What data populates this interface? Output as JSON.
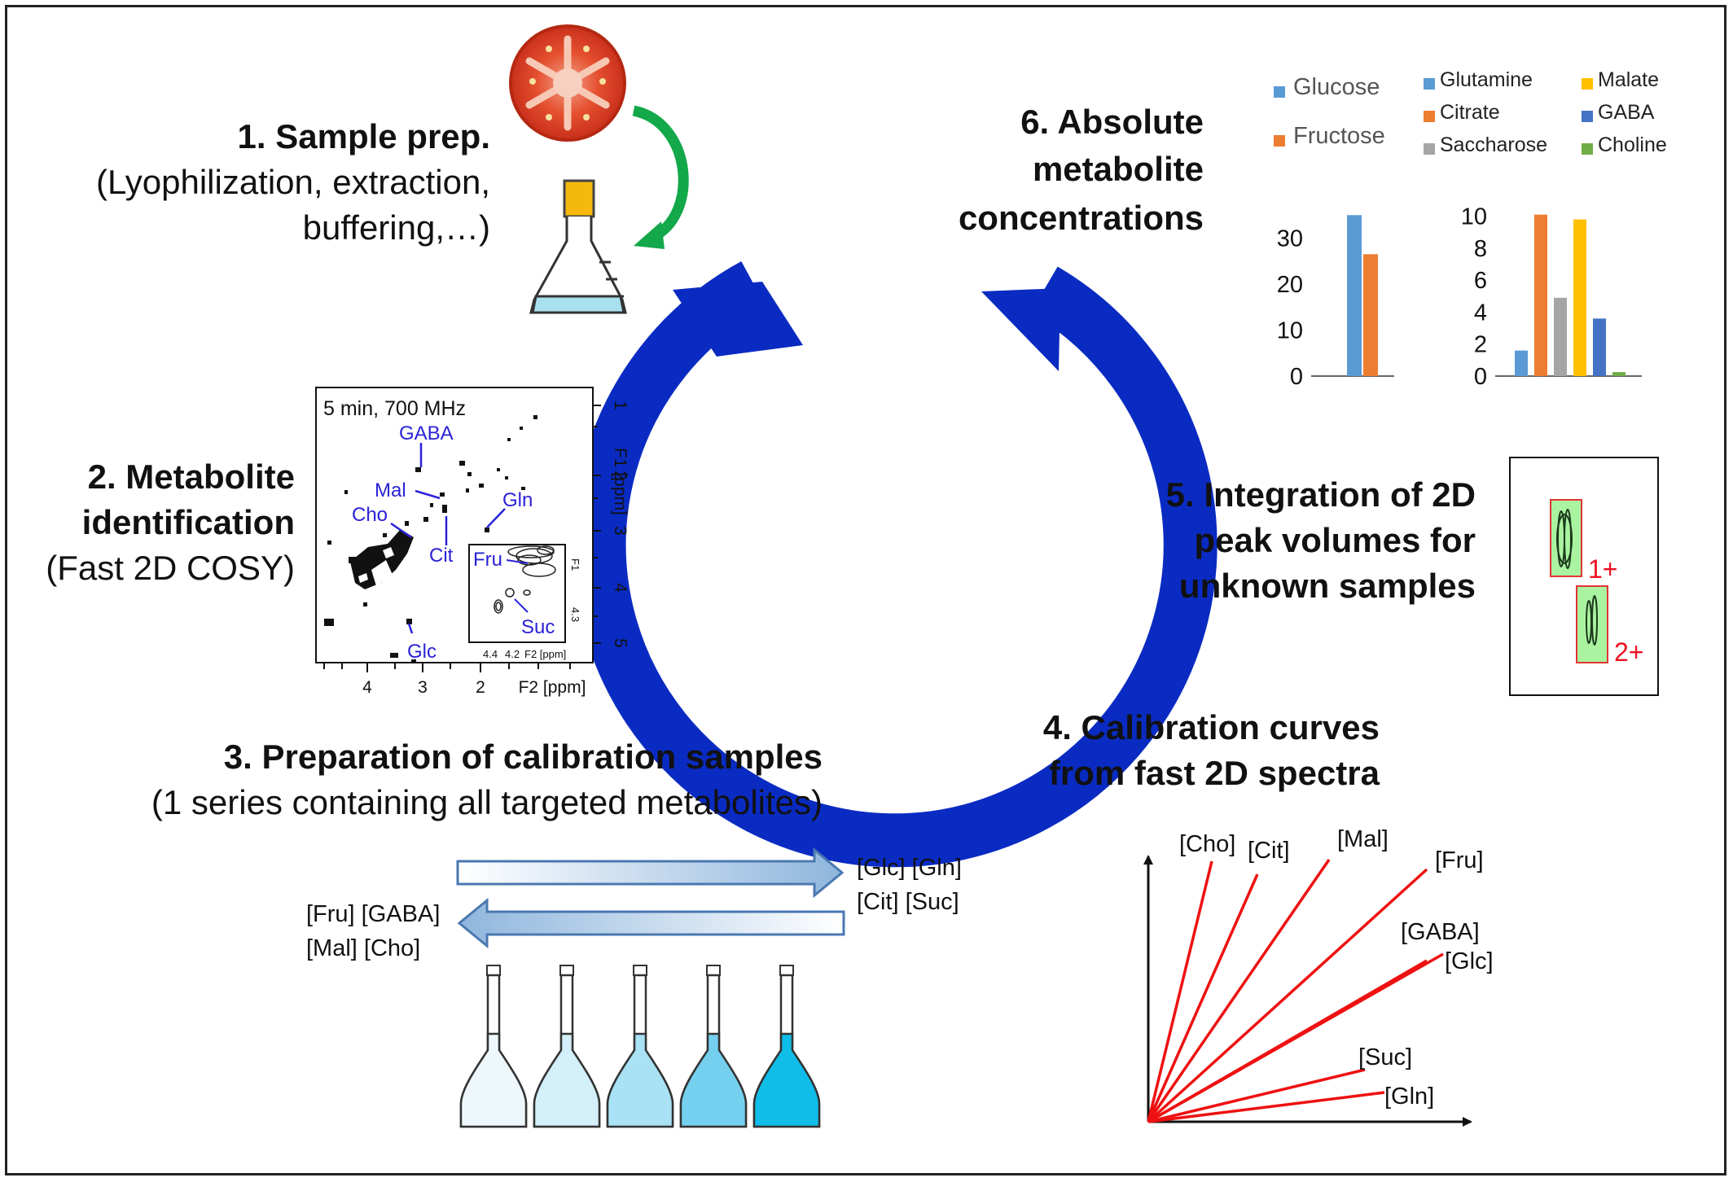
{
  "steps": {
    "s1": {
      "title": "1. Sample prep.",
      "line1": "(Lyophilization, extraction,",
      "line2": "buffering,…)"
    },
    "s2": {
      "title1": "2. Metabolite",
      "title2": "identification",
      "sub": "(Fast 2D COSY)"
    },
    "s3": {
      "title": "3. Preparation of calibration samples",
      "sub": "(1 series containing all targeted metabolites)"
    },
    "s4": {
      "title1": "4. Calibration curves",
      "title2": "from fast 2D spectra"
    },
    "s5": {
      "title1": "5. Integration of 2D",
      "title2": "peak volumes for",
      "title3": "unknown samples"
    },
    "s6": {
      "title1": "6. Absolute",
      "title2": "metabolite",
      "title3": "concentrations"
    }
  },
  "spectrum": {
    "header": "5 min, 700 MHz",
    "f1_label": "F1 [ppm]",
    "f2_label": "F2 [ppm]",
    "f1_ticks": [
      "1",
      "2",
      "3",
      "4",
      "5"
    ],
    "f2_ticks": [
      "4",
      "3",
      "2"
    ],
    "labels": [
      "GABA",
      "Mal",
      "Cho",
      "Cit",
      "Gln",
      "Glc"
    ],
    "inset": {
      "labels": [
        "Fru",
        "Suc"
      ],
      "f1_label": "F1",
      "f2_ticks": [
        "4.4",
        "4.2"
      ],
      "f2_label": "F2 [ppm]",
      "f1_tick": "4.3"
    }
  },
  "concentration_arrows": {
    "right_arrow_line1": "[Glc] [Gln]",
    "right_arrow_line2": "[Cit] [Suc]",
    "left_arrow_line1": "[Fru] [GABA]",
    "left_arrow_line2": "[Mal] [Cho]"
  },
  "flask_fill_colors": [
    "#eef8fc",
    "#d3eff9",
    "#a8e2f4",
    "#75d0ef",
    "#0fbde8"
  ],
  "calibration_lines": [
    "[Cho]",
    "[Cit]",
    "[Mal]",
    "[Fru]",
    "[GABA]",
    "[Glc]",
    "[Suc]",
    "[Gln]"
  ],
  "peaks": [
    "1+",
    "2+"
  ],
  "chart_data": [
    {
      "type": "bar",
      "categories": [
        "Glucose",
        "Fructose"
      ],
      "values": [
        35,
        26.5
      ],
      "colors": [
        "#5b9bd5",
        "#ed7d31"
      ],
      "ylim": [
        0,
        40
      ],
      "yticks": [
        "0",
        "10",
        "20",
        "30"
      ],
      "legend": [
        "Glucose",
        "Fructose"
      ]
    },
    {
      "type": "bar",
      "categories": [
        "Glutamine",
        "Citrate",
        "Saccharose",
        "Malate",
        "GABA",
        "Choline"
      ],
      "values": [
        1.6,
        10.1,
        4.9,
        9.8,
        3.6,
        0.25
      ],
      "colors": [
        "#5b9bd5",
        "#ed7d31",
        "#a5a5a5",
        "#ffc000",
        "#4472c4",
        "#70ad47"
      ],
      "ylim": [
        0,
        11
      ],
      "yticks": [
        "0",
        "2",
        "4",
        "6",
        "8",
        "10"
      ],
      "legend": [
        "Glutamine",
        "Citrate",
        "Saccharose",
        "Malate",
        "GABA",
        "Choline"
      ]
    }
  ]
}
